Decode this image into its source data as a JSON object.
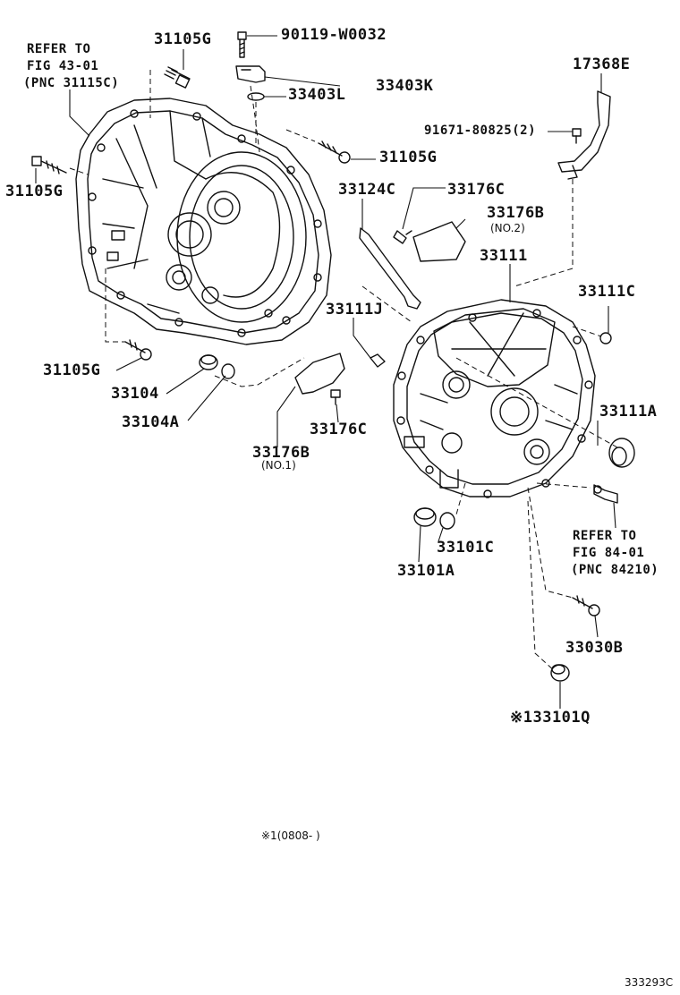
{
  "labels": {
    "refer_left_1": "REFER TO",
    "refer_left_2": "FIG 43-01",
    "refer_left_3": "(PNC 31115C)",
    "p31105g_top": "31105G",
    "p90119": "90119-W0032",
    "p33403k": "33403K",
    "p33403l": "33403L",
    "p31105g_right": "31105G",
    "p31105g_left": "31105G",
    "p31105g_bottom": "31105G",
    "p17368e": "17368E",
    "p91671": "91671-80825(2)",
    "p33124c": "33124C",
    "p33176c_top": "33176C",
    "p33176b_no2": "33176B",
    "no2": "(NO.2)",
    "p33111": "33111",
    "p33111c": "33111C",
    "p33111j": "33111J",
    "p33104": "33104",
    "p33104a": "33104A",
    "p33176c_mid": "33176C",
    "p33176b_no1": "33176B",
    "no1": "(NO.1)",
    "p33111a": "33111A",
    "refer_right_1": "REFER TO",
    "refer_right_2": "FIG 84-01",
    "refer_right_3": "(PNC 84210)",
    "p33101c": "33101C",
    "p33101a": "33101A",
    "p33030b": "33030B",
    "p33101q": "※133101Q",
    "footnote": "※1(0808-      )",
    "diagram_id": "333293C"
  },
  "colors": {
    "ink": "#111111",
    "paper": "#ffffff"
  }
}
